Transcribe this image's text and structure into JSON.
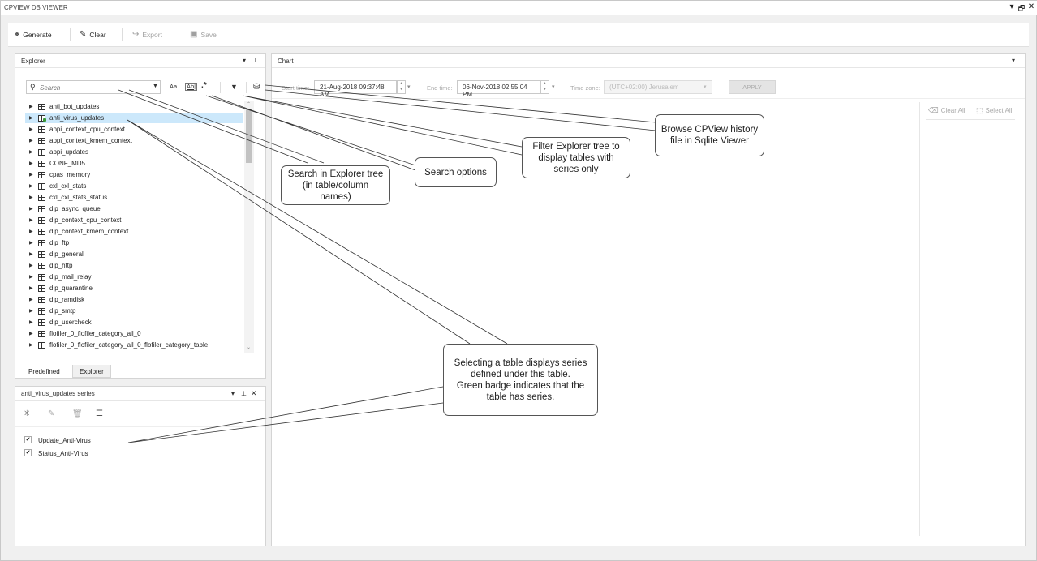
{
  "window": {
    "title": "CPVIEW DB VIEWER",
    "controls": [
      "▾",
      "🗗",
      "✕"
    ]
  },
  "toolbar": {
    "generate_label": "Generate",
    "clear_label": "Clear",
    "export_label": "Export",
    "save_label": "Save"
  },
  "explorer": {
    "title": "Explorer",
    "search_placeholder": "Search",
    "icons": {
      "match_case": "Aa",
      "whole_word": "Ab|",
      "regex": ".*"
    },
    "tree_items": [
      {
        "label": "anti_bot_updates"
      },
      {
        "label": "anti_virus_updates",
        "selected": true,
        "has_series": true
      },
      {
        "label": "appi_context_cpu_context"
      },
      {
        "label": "appi_context_kmem_context"
      },
      {
        "label": "appi_updates"
      },
      {
        "label": "CONF_MD5"
      },
      {
        "label": "cpas_memory"
      },
      {
        "label": "cxl_cxl_stats"
      },
      {
        "label": "cxl_cxl_stats_status"
      },
      {
        "label": "dlp_async_queue"
      },
      {
        "label": "dlp_context_cpu_context"
      },
      {
        "label": "dlp_context_kmem_context"
      },
      {
        "label": "dlp_ftp"
      },
      {
        "label": "dlp_general"
      },
      {
        "label": "dlp_http"
      },
      {
        "label": "dlp_mail_relay"
      },
      {
        "label": "dlp_quarantine"
      },
      {
        "label": "dlp_ramdisk"
      },
      {
        "label": "dlp_smtp"
      },
      {
        "label": "dlp_usercheck"
      },
      {
        "label": "flofiler_0_flofiler_category_all_0"
      },
      {
        "label": "flofiler_0_flofiler_category_all_0_flofiler_category_table"
      }
    ],
    "tabs": [
      "Predefined",
      "Explorer"
    ]
  },
  "series_panel": {
    "title": "anti_virus_updates series",
    "items": [
      {
        "label": "Update_Anti-Virus",
        "checked": true
      },
      {
        "label": "Status_Anti-Virus",
        "checked": true
      }
    ]
  },
  "chart": {
    "title": "Chart",
    "start_time_label": "Start time:",
    "start_time_value": "21-Aug-2018 09:37:48 AM",
    "end_time_label": "End time:",
    "end_time_value": "06-Nov-2018 02:55:04 PM",
    "timezone_label": "Time zone:",
    "timezone_value": "(UTC+02:00) Jerusalem",
    "apply_label": "APPLY",
    "clear_all_label": "Clear All",
    "select_all_label": "Select All"
  },
  "callouts": {
    "search_explorer": "Search in Explorer tree (in table/column names)",
    "search_options": "Search options",
    "filter_tree": "Filter Explorer tree to display tables with series only",
    "browse_history": "Browse CPView history file in Sqlite Viewer",
    "selecting_table_1": "Selecting a table displays series defined under this table.",
    "selecting_table_2": "Green badge indicates that the table has series."
  }
}
